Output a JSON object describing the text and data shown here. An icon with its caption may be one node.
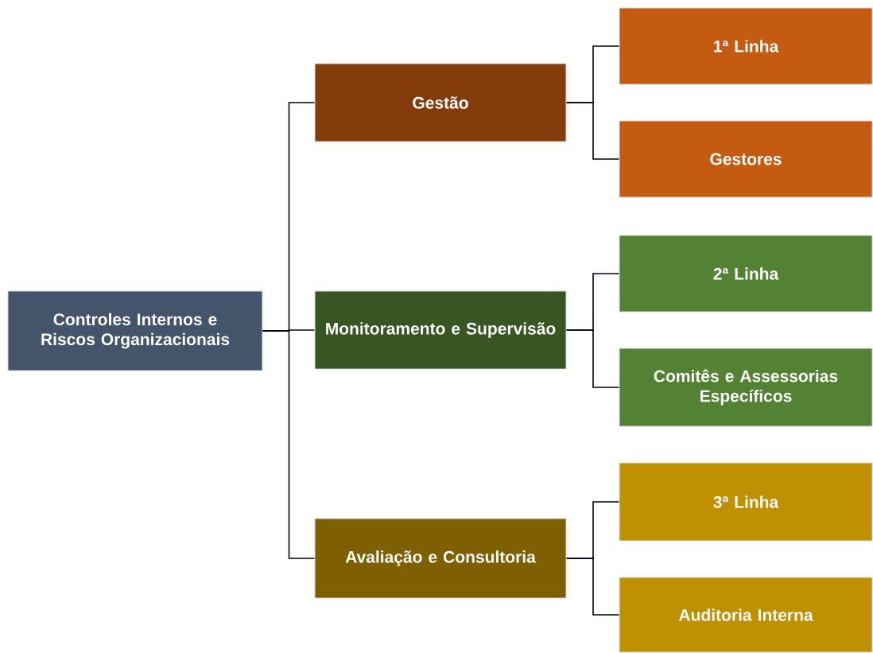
{
  "diagram": {
    "nodes": [
      {
        "text": [
          "Controles Internos e Riscos Organizacionais"
        ]
      },
      {
        "text": [
          "Gestão"
        ]
      },
      {
        "text": [
          "1ª Linha"
        ]
      },
      {
        "text": [
          "Gestores"
        ]
      },
      {
        "text": [
          "Monitoramento e Supervisão"
        ]
      },
      {
        "text": [
          "2ª Linha"
        ]
      },
      {
        "text": [
          "Comitês e Assessorias Específicos"
        ]
      },
      {
        "text": [
          "Avaliação e Consultoria"
        ]
      },
      {
        "text": [
          "3ª Linha"
        ]
      },
      {
        "text": [
          "Auditoria Interna"
        ]
      }
    ],
    "edges": [
      {
        "from": 0,
        "to": 1,
        "arrow": "none"
      },
      {
        "from": 0,
        "to": 4,
        "arrow": "none"
      },
      {
        "from": 0,
        "to": 7,
        "arrow": "none"
      },
      {
        "from": 1,
        "to": 2,
        "arrow": "none"
      },
      {
        "from": 1,
        "to": 3,
        "arrow": "none"
      },
      {
        "from": 4,
        "to": 5,
        "arrow": "none"
      },
      {
        "from": 4,
        "to": 6,
        "arrow": "none"
      },
      {
        "from": 7,
        "to": 8,
        "arrow": "none"
      },
      {
        "from": 7,
        "to": 9,
        "arrow": "none"
      }
    ]
  }
}
